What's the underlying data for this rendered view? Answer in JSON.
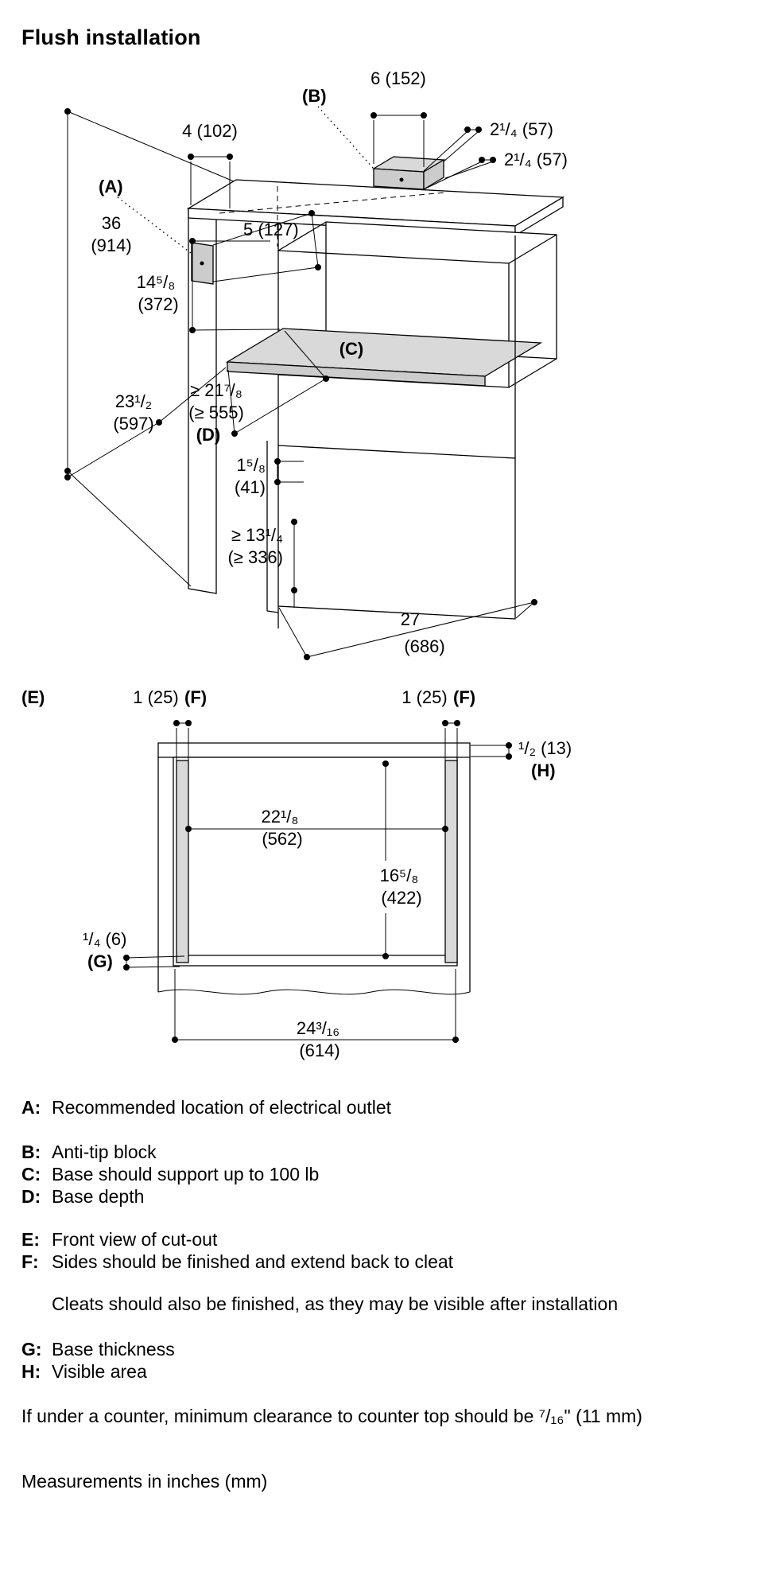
{
  "title": "Flush installation",
  "iso": {
    "callouts": {
      "a": "(A)",
      "b": "(B)",
      "c": "(C)",
      "d": "(D)"
    },
    "dims": {
      "block_width": "6 (152)",
      "outlet_offset": "4 (102)",
      "block_back": "2¹/₄ (57)",
      "block_side": "2¹/₄ (57)",
      "outlet_height": "5 (127)",
      "total_height": "36",
      "total_height_mm": "(914)",
      "niche_height": "14⁵/₈",
      "niche_height_mm": "(372)",
      "counter_depth": "23¹/₂",
      "counter_depth_mm": "(597)",
      "base_depth": "≥ 21⁷/₈",
      "base_depth_mm": "(≥ 555)",
      "base_thickness": "1⁵/₈",
      "base_thickness_mm": "(41)",
      "base_height": "≥ 13¹/₄",
      "base_height_mm": "(≥ 336)",
      "width": "27",
      "width_mm": "(686)"
    }
  },
  "front": {
    "callouts": {
      "e": "(E)",
      "f1": "(F)",
      "f2": "(F)",
      "g": "(G)",
      "h": "(H)"
    },
    "dims": {
      "cleat1": "1 (25)",
      "cleat2": "1 (25)",
      "visible": "¹/₂ (13)",
      "inner_width": "22¹/₈",
      "inner_width_mm": "(562)",
      "inner_height": "16⁵/₈",
      "inner_height_mm": "(422)",
      "base": "¹/₄ (6)",
      "outer_width": "24³/₁₆",
      "outer_width_mm": "(614)"
    }
  },
  "legend": {
    "entries": [
      {
        "letter": "A:",
        "text": "Recommended location of electrical outlet"
      },
      {
        "letter": "B:",
        "text": "Anti-tip block"
      },
      {
        "letter": "C:",
        "text": "Base should support up to 100 lb"
      },
      {
        "letter": "D:",
        "text": "Base depth"
      },
      {
        "letter": "E:",
        "text": "Front view of cut-out"
      },
      {
        "letter": "F:",
        "text": "Sides should be finished and extend back to cleat"
      },
      {
        "letter": "",
        "text": "Cleats should also be finished, as they may be visible after installation"
      },
      {
        "letter": "G:",
        "text": "Base thickness"
      },
      {
        "letter": "H:",
        "text": "Visible area"
      }
    ]
  },
  "footer": {
    "clearance_note": "If under a counter, minimum clearance to counter top should be ⁷/₁₆\" (11 mm)",
    "units_note": "Measurements in inches (mm)"
  }
}
